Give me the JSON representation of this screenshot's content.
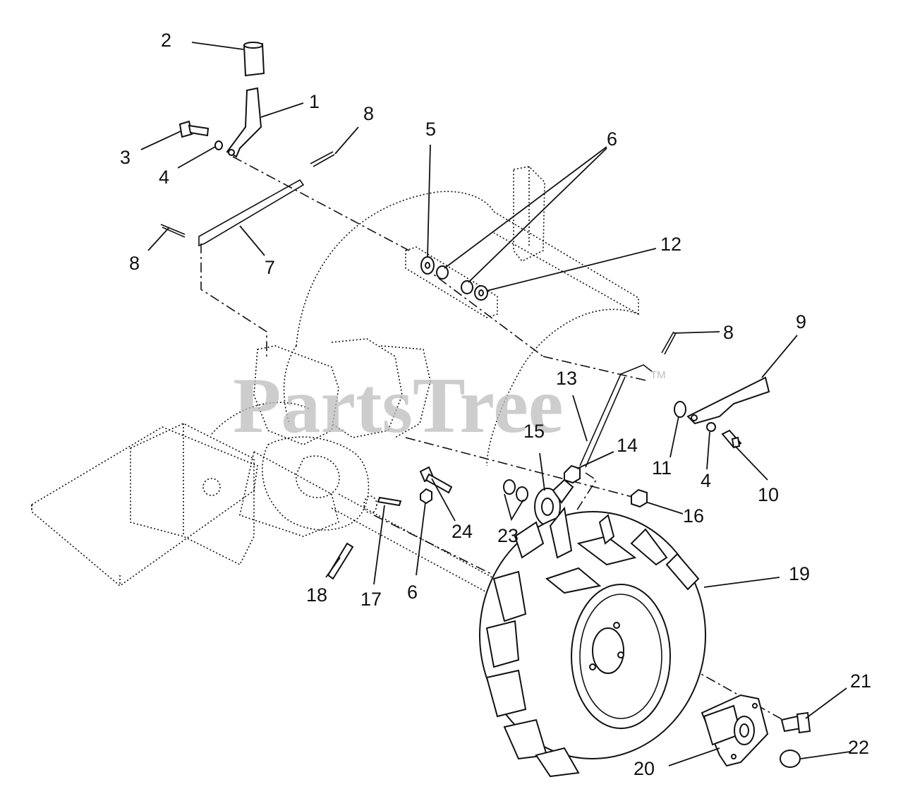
{
  "watermark": {
    "text": "PartsTree",
    "mark": "TM"
  },
  "callouts": [
    {
      "id": "c2",
      "label": "2"
    },
    {
      "id": "c1",
      "label": "1"
    },
    {
      "id": "c8a",
      "label": "8"
    },
    {
      "id": "c3",
      "label": "3"
    },
    {
      "id": "c4a",
      "label": "4"
    },
    {
      "id": "c5",
      "label": "5"
    },
    {
      "id": "c6a",
      "label": "6"
    },
    {
      "id": "c8b",
      "label": "8"
    },
    {
      "id": "c7",
      "label": "7"
    },
    {
      "id": "c12",
      "label": "12"
    },
    {
      "id": "c8c",
      "label": "8"
    },
    {
      "id": "c9",
      "label": "9"
    },
    {
      "id": "c13",
      "label": "13"
    },
    {
      "id": "c15",
      "label": "15"
    },
    {
      "id": "c14",
      "label": "14"
    },
    {
      "id": "c11",
      "label": "11"
    },
    {
      "id": "c4b",
      "label": "4"
    },
    {
      "id": "c10",
      "label": "10"
    },
    {
      "id": "c24",
      "label": "24"
    },
    {
      "id": "c23",
      "label": "23"
    },
    {
      "id": "c16",
      "label": "16"
    },
    {
      "id": "c19",
      "label": "19"
    },
    {
      "id": "c18",
      "label": "18"
    },
    {
      "id": "c17",
      "label": "17"
    },
    {
      "id": "c6b",
      "label": "6"
    },
    {
      "id": "c21",
      "label": "21"
    },
    {
      "id": "c22",
      "label": "22"
    },
    {
      "id": "c20",
      "label": "20"
    }
  ]
}
